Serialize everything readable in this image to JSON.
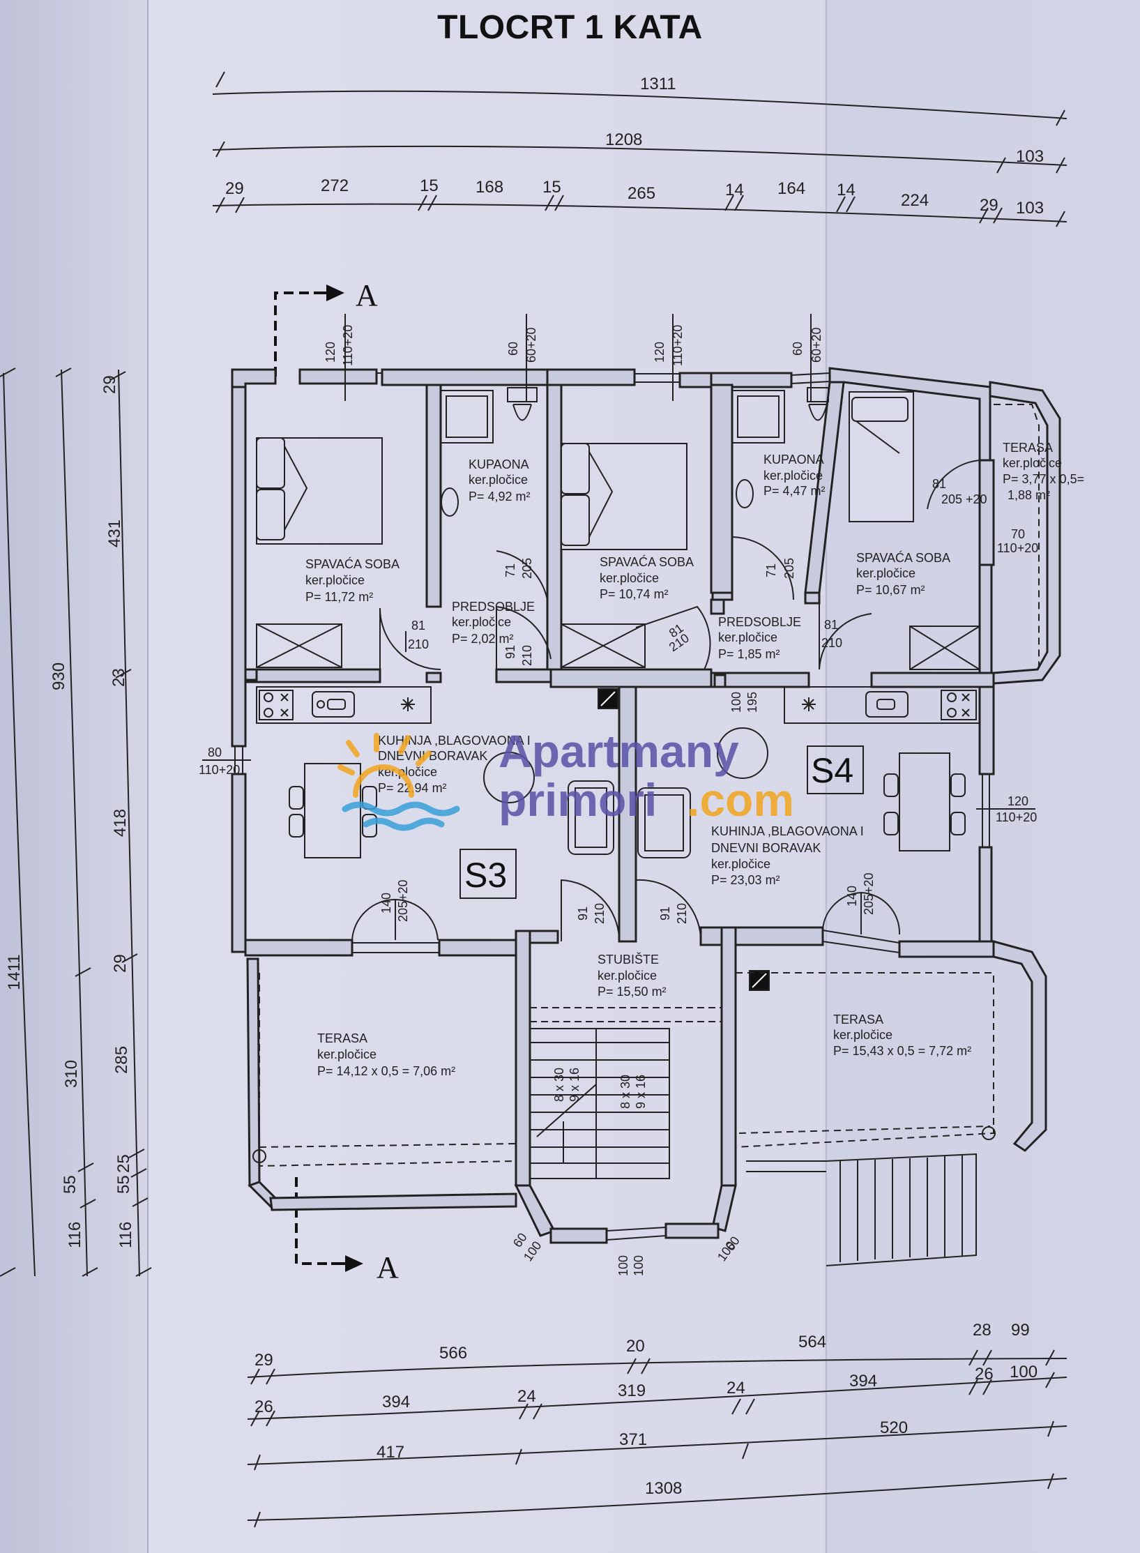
{
  "title": "TLOCRT 1 KATA",
  "section_label": "A",
  "watermark": {
    "line1": "Apartmany",
    "line2": "primori",
    "line2_suffix": ".com",
    "color_main": "#5a52a8",
    "color_accent": "#f2a51e",
    "color_wave": "#3aa0d8"
  },
  "top_dims": {
    "total": "1311",
    "row2": "1208",
    "row2b": "103",
    "row3": [
      "29",
      "272",
      "15",
      "168",
      "15",
      "265",
      "14",
      "164",
      "14",
      "224",
      "29",
      "103"
    ]
  },
  "bottom_dims": {
    "row1": [
      "29",
      "566",
      "20",
      "564",
      "28",
      "99"
    ],
    "row2": [
      "26",
      "394",
      "24",
      "319",
      "24",
      "394",
      "26",
      "100"
    ],
    "row3": [
      "417",
      "371",
      "520"
    ],
    "total": "1308"
  },
  "left_dims": {
    "total": "1411",
    "mid": [
      "930",
      "310",
      "116"
    ],
    "inner": [
      "29",
      "431",
      "23",
      "418",
      "29",
      "285",
      "55",
      "25",
      "55",
      "116"
    ]
  },
  "openings": {
    "w120a": "120",
    "w110a": "110+20",
    "w60a": "60",
    "w60_20a": "60+20",
    "w120b": "120",
    "w110b": "110+20",
    "w60b": "60",
    "w60_20b": "60+20",
    "w80": "80",
    "w110c": "110+20",
    "w120c": "120",
    "w110d": "110+20",
    "d81a": "81",
    "d210a": "210",
    "d71a": "71",
    "d205a": "205",
    "d91a": "91",
    "d210b": "210",
    "d81b": "81",
    "d210c": "210",
    "d71b": "71",
    "d205b": "205",
    "d81c": "81",
    "d210d": "210",
    "w100": "100",
    "w195": "195",
    "d81d": "81",
    "d205c": "205 +20",
    "w70": "70",
    "w110e": "110+20",
    "d140a": "140",
    "d205d": "205+20",
    "d91b": "91",
    "d210e": "210",
    "d91c": "91",
    "d210f": "210",
    "d140b": "140",
    "d205e": "205+20",
    "st1": "8 x 30",
    "st2": "9 x 16",
    "st3": "8 x 30",
    "st4": "9 x 16",
    "b60a": "60",
    "b100a": "100",
    "b100b": "100",
    "b100c": "100",
    "b60b": "60",
    "b100d": "100"
  },
  "apartments": {
    "s3": "S3",
    "s4": "S4"
  },
  "rooms": [
    {
      "name": "SPAVAĆA SOBA",
      "floor": "ker.pločice",
      "area": "P= 11,72 m²"
    },
    {
      "name": "KUPAONA",
      "floor": "ker.pločice",
      "area": "P= 4,92 m²"
    },
    {
      "name": "SPAVAĆA SOBA",
      "floor": "ker.pločice",
      "area": "P= 10,74 m²"
    },
    {
      "name": "KUPAONA",
      "floor": "ker.pločice",
      "area": "P= 4,47 m²"
    },
    {
      "name": "TERASA",
      "floor": "ker.pločice",
      "area": "P= 3,77 x 0,5=",
      "area2": "1,88 m²"
    },
    {
      "name": "SPAVAĆA SOBA",
      "floor": "ker.pločice",
      "area": "P= 10,67 m²"
    },
    {
      "name": "PREDSOBLJE",
      "floor": "ker.pločice",
      "area": "P= 2,02 m²"
    },
    {
      "name": "PREDSOBLJE",
      "floor": "ker.pločice",
      "area": "P= 1,85 m²"
    },
    {
      "name": "KUHINJA ,BLAGOVAONA I",
      "name2": "DNEVNI BORAVAK",
      "floor": "ker.pločice",
      "area": "P= 22,94 m²"
    },
    {
      "name": "KUHINJA ,BLAGOVAONA I",
      "name2": "DNEVNI BORAVAK",
      "floor": "ker.pločice",
      "area": "P= 23,03 m²"
    },
    {
      "name": "STUBIŠTE",
      "floor": "ker.pločice",
      "area": "P= 15,50 m²"
    },
    {
      "name": "TERASA",
      "floor": "ker.pločice",
      "area": "P= 14,12 x 0,5 = 7,06  m²"
    },
    {
      "name": "TERASA",
      "floor": "ker.pločice",
      "area": "P= 15,43 x 0,5 = 7,72 m²"
    }
  ]
}
